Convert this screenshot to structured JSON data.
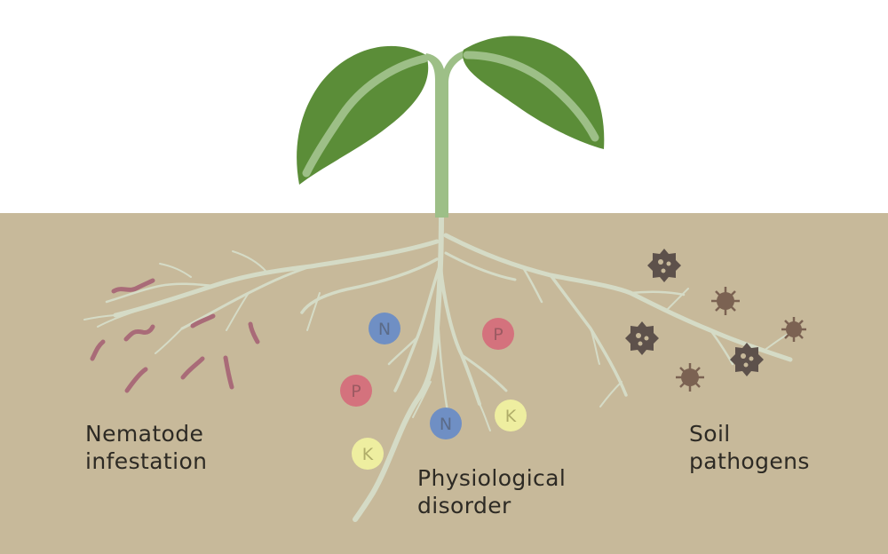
{
  "labels": {
    "nematode": [
      "Nematode",
      "infestation"
    ],
    "physio": [
      "Physiological",
      "disorder"
    ],
    "soil": [
      "Soil",
      "pathogens"
    ]
  },
  "nutrients": [
    {
      "letter": "N",
      "color": "#6f8fc4"
    },
    {
      "letter": "P",
      "color": "#d4727d"
    },
    {
      "letter": "P",
      "color": "#d4727d"
    },
    {
      "letter": "K",
      "color": "#eeeea0"
    },
    {
      "letter": "N",
      "color": "#6f8fc4"
    },
    {
      "letter": "K",
      "color": "#eeeea0"
    }
  ],
  "colors": {
    "soil": "#c7b99a",
    "sky": "#ffffff",
    "root": "#d5dbc6",
    "stem": "#9dbf87",
    "leaf": "#5b8d38",
    "leaf_vein": "#9dbf87",
    "nematode": "#a96b78",
    "pathogen": "#5d514b",
    "pathogen_small": "#7b6252",
    "text": "#2d2a24"
  },
  "icons": {
    "nematode": "worm-icon",
    "pathogen": "virus-icon"
  }
}
